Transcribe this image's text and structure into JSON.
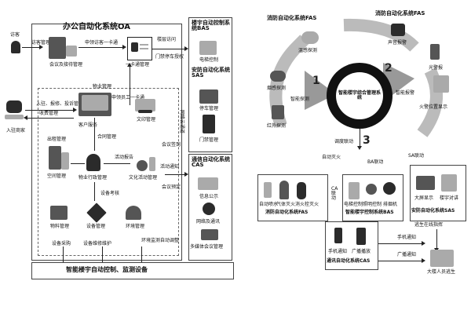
{
  "left": {
    "main_title": "办公自动化系统OA",
    "visitor": "访客",
    "visitor_mgmt": "访客管理",
    "meeting_reception": "会议及接待管理",
    "apply_card_1": "申领访客一卡通",
    "one_card_mgmt": "一卡通管理",
    "building_access": "楼层访问",
    "door_parking_auth": "门禁停车授权",
    "property_mgmt": "物业管理",
    "move_in_label": "入驻、报修、投诉管理",
    "charge_mgmt": "收费管理",
    "resident": "入驻商家",
    "apply_card_2": "申领员工一卡通",
    "file_mgmt": "文印管理",
    "customer_service": "客户服务",
    "move_out_mgmt": "出租管理",
    "contract_mgmt": "合同管理",
    "space_mgmt": "空间管理",
    "activity_report": "活动报告",
    "admin_mgmt": "物业行政管理",
    "culture_mgmt": "文化活动管理",
    "event_notice": "活动通知",
    "meeting_booking": "会议预定",
    "meeting_signin": "会议签到",
    "equip_assess": "设备考核",
    "materials_mgmt": "物料管理",
    "device_mgmt": "设备管理",
    "env_mgmt": "环境管理",
    "equip_procure": "设备采购",
    "equip_maintain": "设备维修维护",
    "env_monitor": "环境监测自动调整",
    "network_cloud": "网络云通道",
    "bottom_bar": "智能楼宇自动控制、监测设备",
    "bas_title": "楼宇自动控制系统BAS",
    "elevator": "电梯控制",
    "sas_title": "安防自动化系统SAS",
    "parking": "停车管理",
    "door": "门禁管理",
    "cas_title": "通信自动化系统CAS",
    "info_display": "信息公示",
    "network_comm": "网络及通讯",
    "multimedia_meeting": "多媒体会议管理"
  },
  "right": {
    "fas_title_top": "消防自动化系统FAS",
    "temp_detect": "温感探测",
    "smoke_detect": "烟感探测",
    "ir_detect": "红外探测",
    "smart_detect": "智能探测",
    "center": "智能楼宇综合管理系统",
    "smart_alarm": "智能报警",
    "fas_title_right": "消防自动化系统FAS",
    "sound_alarm": "声音报警",
    "light_alarm": "光警报",
    "fire_display": "火警位置显示",
    "num1": "1",
    "num2": "2",
    "num3": "3",
    "schedule_link": "调度联动",
    "auto_fire": "自动灭火",
    "ca_link": "CA联动",
    "ba_link": "BA联动",
    "sa_link": "SA联动",
    "sprinkler": "自动喷水",
    "gas_fire": "气体灭火",
    "foam_fire": "消火栓灭火",
    "fas_bottom": "消防自动化系统FAS",
    "elevator_ctl": "电梯控制",
    "light_ctl": "照明控制",
    "exhaust_fan": "排烟机",
    "bas_bottom": "智能楼宇控制系统BAS",
    "big_screen": "大屏显示",
    "floor_intercom": "楼宇对讲",
    "sas_bottom": "安防自动化系统SAS",
    "phone_notify": "手机通知",
    "broadcast": "广播播放",
    "cas_bottom": "通讯自动化系统CAS",
    "escape_guide": "逃生在线指挥",
    "phone_notice": "手机通知",
    "broadcast_notice": "广播通知",
    "evacuate": "大楼人员逃生"
  }
}
